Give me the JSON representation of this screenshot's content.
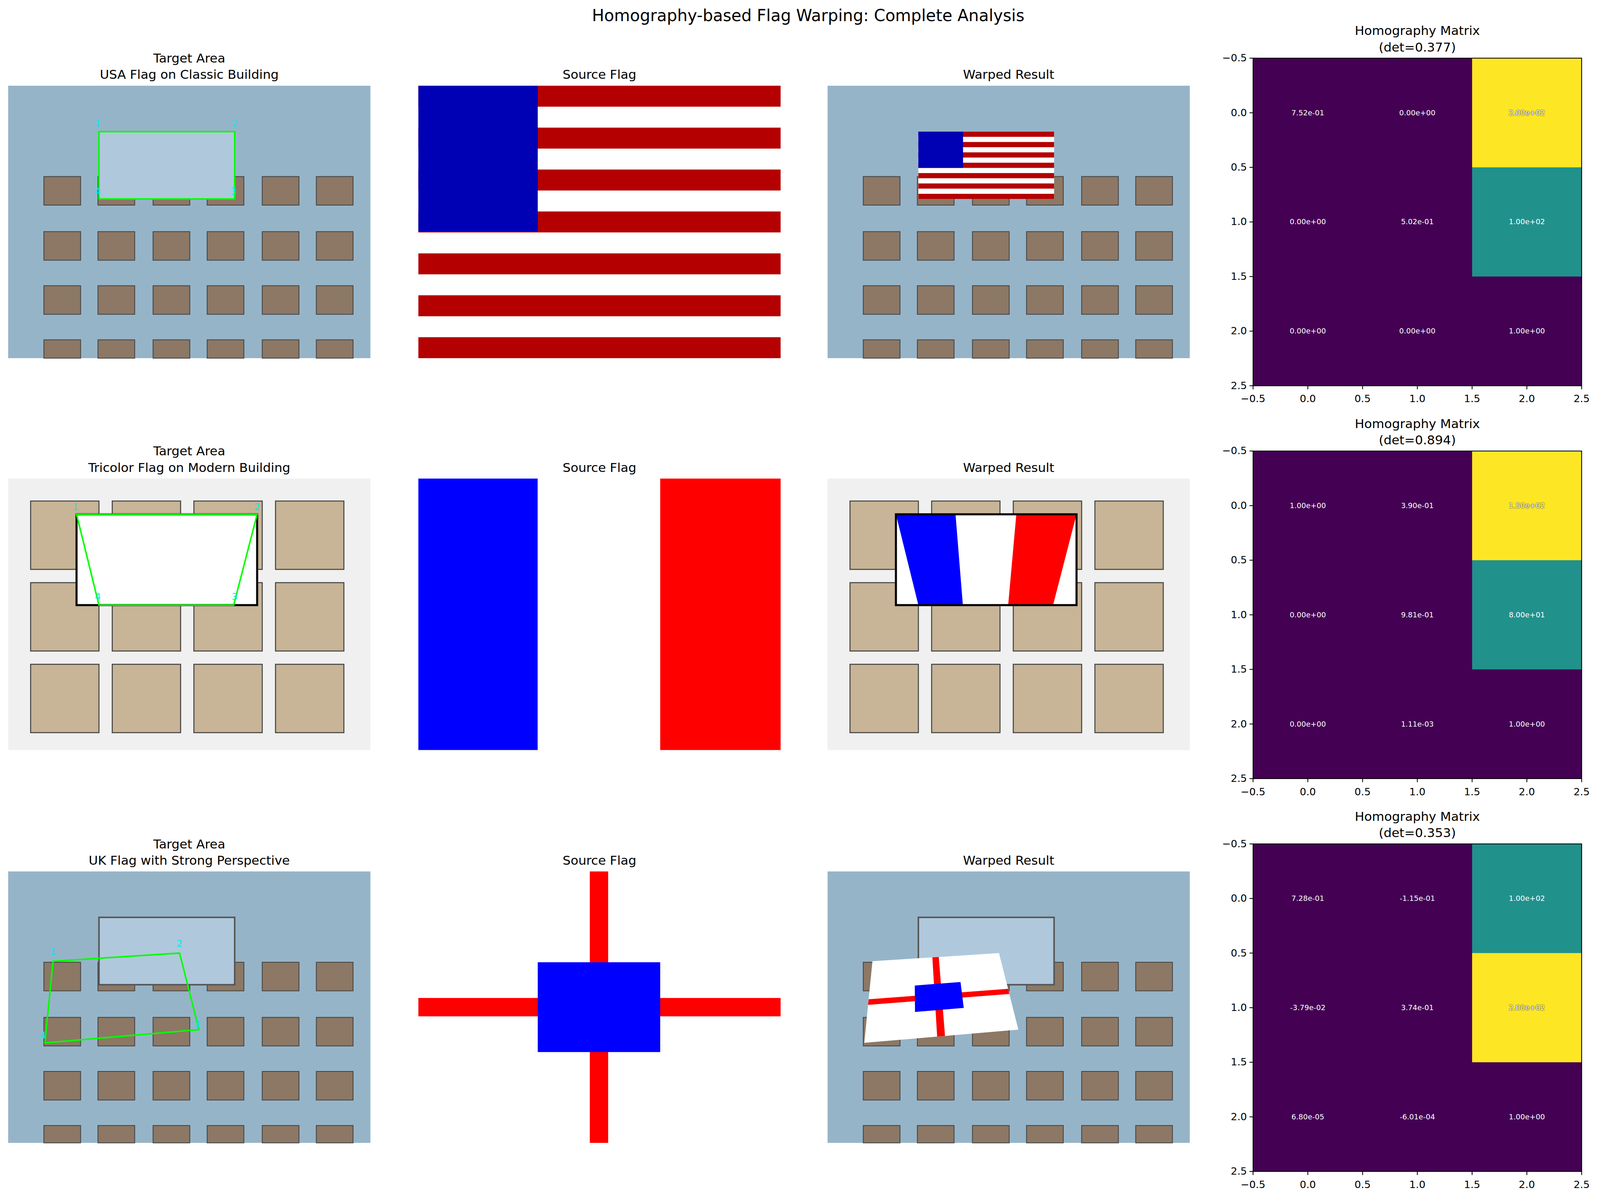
{
  "diagram": {
    "title": "Homography-based Flag Warping: Complete Analysis",
    "labels": [
      "Target Area",
      "USA Flag on Classic Building",
      "1",
      "2",
      "3",
      "4",
      "Source Flag",
      "Warped Result",
      "Homography Matrix",
      "(det=0.377)",
      "7.52e-01",
      "0.00e+00",
      "2.00e+02",
      "0.00e+00",
      "5.02e-01",
      "1.00e+02",
      "0.00e+00",
      "0.00e+00",
      "1.00e+00",
      "−0.5",
      "0.0",
      "0.5",
      "1.0",
      "1.5",
      "2.0",
      "2.5",
      "−0.5",
      "0.0",
      "0.5",
      "1.0",
      "1.5",
      "2.0",
      "2.5",
      "Target Area",
      "Tricolor Flag on Modern Building",
      "1",
      "2",
      "3",
      "4",
      "Source Flag",
      "Warped Result",
      "Homography Matrix",
      "(det=0.894)",
      "1.00e+00",
      "3.90e-01",
      "1.50e+02",
      "0.00e+00",
      "9.81e-01",
      "8.00e+01",
      "0.00e+00",
      "1.11e-03",
      "1.00e+00",
      "−0.5",
      "0.0",
      "0.5",
      "1.0",
      "1.5",
      "2.0",
      "2.5",
      "−0.5",
      "0.0",
      "0.5",
      "1.0",
      "1.5",
      "2.0",
      "2.5",
      "Target Area",
      "UK Flag with Strong Perspective",
      "1",
      "2",
      "3",
      "4",
      "Source Flag",
      "Warped Result",
      "Homography Matrix",
      "(det=0.353)",
      "7.28e-01",
      "-1.15e-01",
      "1.00e+02",
      "-3.79e-02",
      "3.74e-01",
      "2.00e+02",
      "6.80e-05",
      "-6.01e-04",
      "1.00e+00",
      "−0.5",
      "0.0",
      "0.5",
      "1.0",
      "1.5",
      "2.0",
      "2.5",
      "−0.5",
      "0.0",
      "0.5",
      "1.0",
      "1.5",
      "2.0",
      "2.5"
    ]
  }
}
